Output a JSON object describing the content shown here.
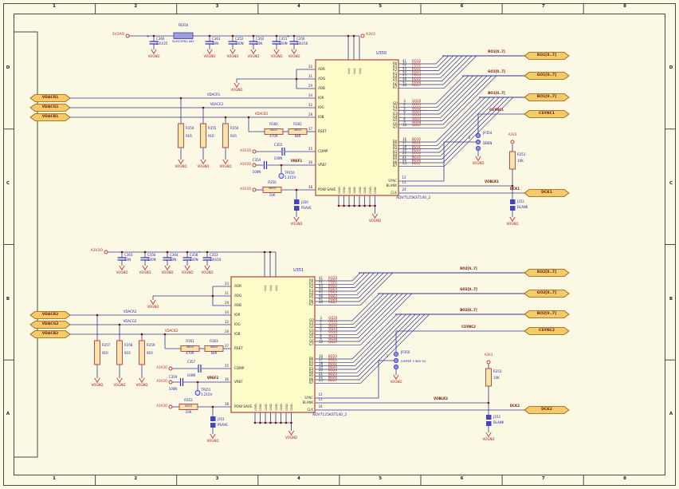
{
  "frame": {
    "cols": [
      "1",
      "2",
      "3",
      "4",
      "5",
      "6",
      "7",
      "8"
    ],
    "rows": [
      "D",
      "C",
      "B",
      "A"
    ]
  },
  "nets": {
    "vognd": "VOGND",
    "a3v3o": "A3V3O",
    "a3v3": "A3V3"
  },
  "upper": {
    "rail": {
      "port": "3V3AO",
      "bead_ref": "FB350",
      "bead_val": "BLM31RN1-A62",
      "caps": [
        {
          "ref": "C360",
          "val": "22U/25",
          "plus": "+"
        },
        {
          "ref": "C361",
          "val": "10N",
          "plus": ""
        },
        {
          "ref": "C352",
          "val": "100N",
          "plus": ""
        },
        {
          "ref": "C362",
          "val": "10N",
          "plus": ""
        },
        {
          "ref": "C351",
          "val": "100N",
          "plus": ""
        },
        {
          "ref": "C350",
          "val": "10U/16",
          "plus": "+"
        }
      ]
    },
    "ports_left": [
      "VDACR1",
      "VDACG1",
      "VDACB1"
    ],
    "wire_labels": [
      "VDACR1",
      "VDACG1",
      "VDACB1"
    ],
    "pulls": [
      {
        "ref": "R354",
        "val": "91R"
      },
      {
        "ref": "R355",
        "val": "91R"
      },
      {
        "ref": "R356",
        "val": "91R"
      }
    ],
    "rset": [
      {
        "ref": "R360",
        "pkg": "0603",
        "val": "470R"
      },
      {
        "ref": "R362",
        "pkg": "0603",
        "val": "68R"
      }
    ],
    "comp_cap": {
      "ref": "C355",
      "val": "100N"
    },
    "vref": {
      "cap_ref": "C354",
      "cap_val": "100N",
      "net": "VREF1",
      "tp_ref": "TP350",
      "tp_val": "1.215V"
    },
    "psave": {
      "res_ref": "R350",
      "pkg": "0603",
      "val": "10K",
      "j_ref": "J350",
      "j_name": "PSAVE"
    },
    "chip": {
      "ref": "U350",
      "part": "ADV7125KST140_2",
      "left_pins": [
        {
          "num": "33",
          "name": "/IOR"
        },
        {
          "num": "31",
          "name": "/IOG"
        },
        {
          "num": "29",
          "name": "/IOB"
        },
        {
          "num": "34",
          "name": "IOR"
        },
        {
          "num": "32",
          "name": "IOG"
        },
        {
          "num": "28",
          "name": "IOB"
        },
        {
          "num": "37",
          "name": "RSET"
        },
        {
          "num": "35",
          "name": "COMP"
        },
        {
          "num": "36",
          "name": "VREF"
        },
        {
          "num": "38",
          "name": "POW SAVE"
        }
      ],
      "vaa": [
        "VAA",
        "VAA",
        "VAA"
      ],
      "gnd": [
        "GND",
        "GND",
        "GND",
        "GND",
        "GND",
        "GND",
        "GND",
        "GND"
      ],
      "r_pins": [
        {
          "num": "41",
          "name": "R0",
          "net": "RO10"
        },
        {
          "num": "42",
          "name": "R1",
          "net": "RO11"
        },
        {
          "num": "43",
          "name": "R2",
          "net": "RO12"
        },
        {
          "num": "44",
          "name": "R3",
          "net": "RO13"
        },
        {
          "num": "45",
          "name": "R4",
          "net": "RO14"
        },
        {
          "num": "46",
          "name": "R5",
          "net": "RO15"
        },
        {
          "num": "47",
          "name": "R6",
          "net": "RO16"
        },
        {
          "num": "48",
          "name": "R7",
          "net": "RO17"
        }
      ],
      "g_pins": [
        {
          "num": "3",
          "name": "G0",
          "net": "GO10"
        },
        {
          "num": "4",
          "name": "G1",
          "net": "GO11"
        },
        {
          "num": "5",
          "name": "G2",
          "net": "GO12"
        },
        {
          "num": "6",
          "name": "G3",
          "net": "GO13"
        },
        {
          "num": "7",
          "name": "G4",
          "net": "GO14"
        },
        {
          "num": "8",
          "name": "G5",
          "net": "GO15"
        },
        {
          "num": "9",
          "name": "G6",
          "net": "GO16"
        },
        {
          "num": "10",
          "name": "G7",
          "net": "GO17"
        }
      ],
      "b_pins": [
        {
          "num": "16",
          "name": "B0",
          "net": "BO10"
        },
        {
          "num": "17",
          "name": "B1",
          "net": "BO11"
        },
        {
          "num": "18",
          "name": "B2",
          "net": "BO12"
        },
        {
          "num": "19",
          "name": "B3",
          "net": "BO13"
        },
        {
          "num": "20",
          "name": "B4",
          "net": "BO14"
        },
        {
          "num": "21",
          "name": "B5",
          "net": "BO15"
        },
        {
          "num": "22",
          "name": "B6",
          "net": "BO16"
        },
        {
          "num": "23",
          "name": "B7",
          "net": "BO17"
        }
      ],
      "ctl": [
        {
          "num": "12",
          "name": "SYNC"
        },
        {
          "num": "11",
          "name": "BLANK"
        },
        {
          "num": "24",
          "name": "CLK"
        }
      ]
    },
    "bus_labels": [
      "RO1[0..7]",
      "GO1[0..7]",
      "BO1[0..7]"
    ],
    "ports_right": [
      "RO1[0..7]",
      "GO1[0..7]",
      "BO1[0..7]"
    ],
    "csync": {
      "label": "CSYNC1",
      "port": "CSYNC1",
      "jp_ref": "JP354",
      "jp_name": "DBEN",
      "pin": "2"
    },
    "blank": {
      "net": "VOBLK1",
      "res_ref": "R351",
      "res_val": "10K",
      "j_ref": "J352",
      "j_name": "BLANK"
    },
    "dck": {
      "label": "DCK1",
      "port": "DCK1"
    }
  },
  "lower": {
    "rail": {
      "port": "A3V3O",
      "caps": [
        {
          "ref": "C363",
          "val": "10N",
          "plus": ""
        },
        {
          "ref": "C356",
          "val": "100N",
          "plus": ""
        },
        {
          "ref": "C364",
          "val": "10N",
          "plus": ""
        },
        {
          "ref": "C358",
          "val": "100N",
          "plus": ""
        },
        {
          "ref": "C353",
          "val": "10U/16",
          "plus": "+"
        }
      ]
    },
    "ports_left": [
      "VDACR2",
      "VDACG2",
      "VDACB2"
    ],
    "wire_labels": [
      "VDACR2",
      "VDACG2",
      "VDACB2"
    ],
    "pulls": [
      {
        "ref": "R357",
        "val": "91R"
      },
      {
        "ref": "R358",
        "val": "91R"
      },
      {
        "ref": "R359",
        "val": "91R"
      }
    ],
    "rset": [
      {
        "ref": "R361",
        "pkg": "0603",
        "val": "470R"
      },
      {
        "ref": "R363",
        "pkg": "0603",
        "val": "68R"
      }
    ],
    "comp_cap": {
      "ref": "C357",
      "val": "100N"
    },
    "vref": {
      "cap_ref": "C359",
      "cap_val": "100N",
      "net": "VREF2",
      "tp_ref": "TP351",
      "tp_val": "1.215V"
    },
    "psave": {
      "res_ref": "R352",
      "pkg": "0603",
      "val": "10K",
      "j_ref": "J351",
      "j_name": "PSAVE"
    },
    "chip": {
      "ref": "U351",
      "part": "ADV7125KST140_2",
      "left_pins": [
        {
          "num": "33",
          "name": "/IOR"
        },
        {
          "num": "31",
          "name": "/IOG"
        },
        {
          "num": "29",
          "name": "/IOB"
        },
        {
          "num": "34",
          "name": "IOR"
        },
        {
          "num": "32",
          "name": "IOG"
        },
        {
          "num": "28",
          "name": "IOB"
        },
        {
          "num": "37",
          "name": "RSET"
        },
        {
          "num": "35",
          "name": "COMP"
        },
        {
          "num": "36",
          "name": "VREF"
        },
        {
          "num": "38",
          "name": "POW SAVE"
        }
      ],
      "vaa": [
        "VAA",
        "VAA",
        "VAA"
      ],
      "gnd": [
        "GND",
        "GND",
        "GND",
        "GND",
        "GND",
        "GND",
        "GND",
        "GND"
      ],
      "r_pins": [
        {
          "num": "41",
          "name": "R0",
          "net": "RO20"
        },
        {
          "num": "42",
          "name": "R1",
          "net": "RO21"
        },
        {
          "num": "43",
          "name": "R2",
          "net": "RO22"
        },
        {
          "num": "44",
          "name": "R3",
          "net": "RO23"
        },
        {
          "num": "45",
          "name": "R4",
          "net": "RO24"
        },
        {
          "num": "46",
          "name": "R5",
          "net": "RO25"
        },
        {
          "num": "47",
          "name": "R6",
          "net": "RO26"
        },
        {
          "num": "48",
          "name": "R7",
          "net": "RO27"
        }
      ],
      "g_pins": [
        {
          "num": "3",
          "name": "G0",
          "net": "GO20"
        },
        {
          "num": "4",
          "name": "G1",
          "net": "GO21"
        },
        {
          "num": "5",
          "name": "G2",
          "net": "GO22"
        },
        {
          "num": "6",
          "name": "G3",
          "net": "GO23"
        },
        {
          "num": "7",
          "name": "G4",
          "net": "GO24"
        },
        {
          "num": "8",
          "name": "G5",
          "net": "GO25"
        },
        {
          "num": "9",
          "name": "G6",
          "net": "GO26"
        },
        {
          "num": "10",
          "name": "G7",
          "net": "GO27"
        }
      ],
      "b_pins": [
        {
          "num": "16",
          "name": "B0",
          "net": "BO20"
        },
        {
          "num": "17",
          "name": "B1",
          "net": "BO21"
        },
        {
          "num": "18",
          "name": "B2",
          "net": "BO22"
        },
        {
          "num": "19",
          "name": "B3",
          "net": "BO23"
        },
        {
          "num": "20",
          "name": "B4",
          "net": "BO24"
        },
        {
          "num": "21",
          "name": "B5",
          "net": "BO25"
        },
        {
          "num": "22",
          "name": "B6",
          "net": "BO26"
        },
        {
          "num": "23",
          "name": "B7",
          "net": "BO27"
        }
      ],
      "ctl": [
        {
          "num": "12",
          "name": "SYNC"
        },
        {
          "num": "11",
          "name": "BLANK"
        },
        {
          "num": "24",
          "name": "CLK"
        }
      ]
    },
    "bus_labels": [
      "RO2[0..7]",
      "GO2[0..7]",
      "BO2[0..7]"
    ],
    "ports_right": [
      "RO2[0..7]",
      "GO2[0..7]",
      "BO2[0..7]"
    ],
    "csync": {
      "label": "CSYNC2",
      "port": "CSYNC2",
      "jp_ref": "JP350",
      "jp_name": "JUMPER 3 WAY SIL",
      "pin": "2"
    },
    "blank": {
      "net": "VOBLK2",
      "res_ref": "R353",
      "res_val": "10K",
      "j_ref": "J353",
      "j_name": "BLANK"
    },
    "dck": {
      "label": "DCK2",
      "port": "DCK2"
    }
  }
}
